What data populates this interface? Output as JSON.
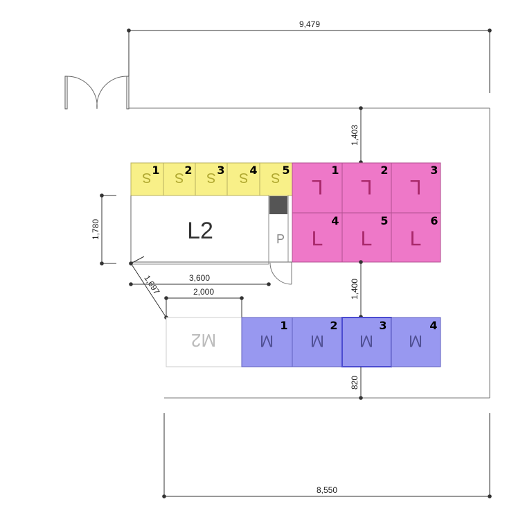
{
  "colors": {
    "small": "#f8f088",
    "small_letter": "#b0a830",
    "large": "#ee78c8",
    "large_letter": "#a8286a",
    "medium": "#9898f0",
    "medium_letter": "#505094",
    "outline": "#777777",
    "dim_line": "#333333"
  },
  "dimensions": {
    "top_width": "9,479",
    "bottom_width": "8,550",
    "gap_top": "1,403",
    "gap_middle": "1,400",
    "gap_bottom": "820",
    "l2_height": "1,780",
    "l2_width": "3,600",
    "m2_width": "2,000",
    "diagonal": "1,697"
  },
  "small_units": {
    "letter": "S",
    "numbers": [
      "1",
      "2",
      "3",
      "4",
      "5"
    ]
  },
  "large_units": {
    "letter_top": "L",
    "letter_bottom": "L",
    "numbers": [
      "1",
      "2",
      "3",
      "4",
      "5",
      "6"
    ]
  },
  "medium_units": {
    "letter": "M",
    "numbers": [
      "1",
      "2",
      "3",
      "4"
    ]
  },
  "rooms": {
    "l2_label": "L2",
    "m2_label": "M2",
    "p_label": "P"
  }
}
